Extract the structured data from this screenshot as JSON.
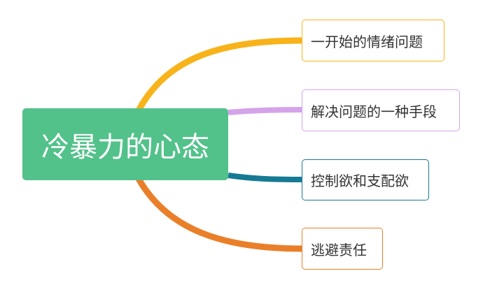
{
  "root": {
    "label": "冷暴力的心态",
    "color": "#52c28a"
  },
  "branches": [
    {
      "label": "一开始的情绪问题",
      "color": "#f8b31a"
    },
    {
      "label": "解决问题的一种手段",
      "color": "#d5a3ea"
    },
    {
      "label": "控制欲和支配欲",
      "color": "#177a94"
    },
    {
      "label": "逃避责任",
      "color": "#ea7f2a"
    }
  ]
}
